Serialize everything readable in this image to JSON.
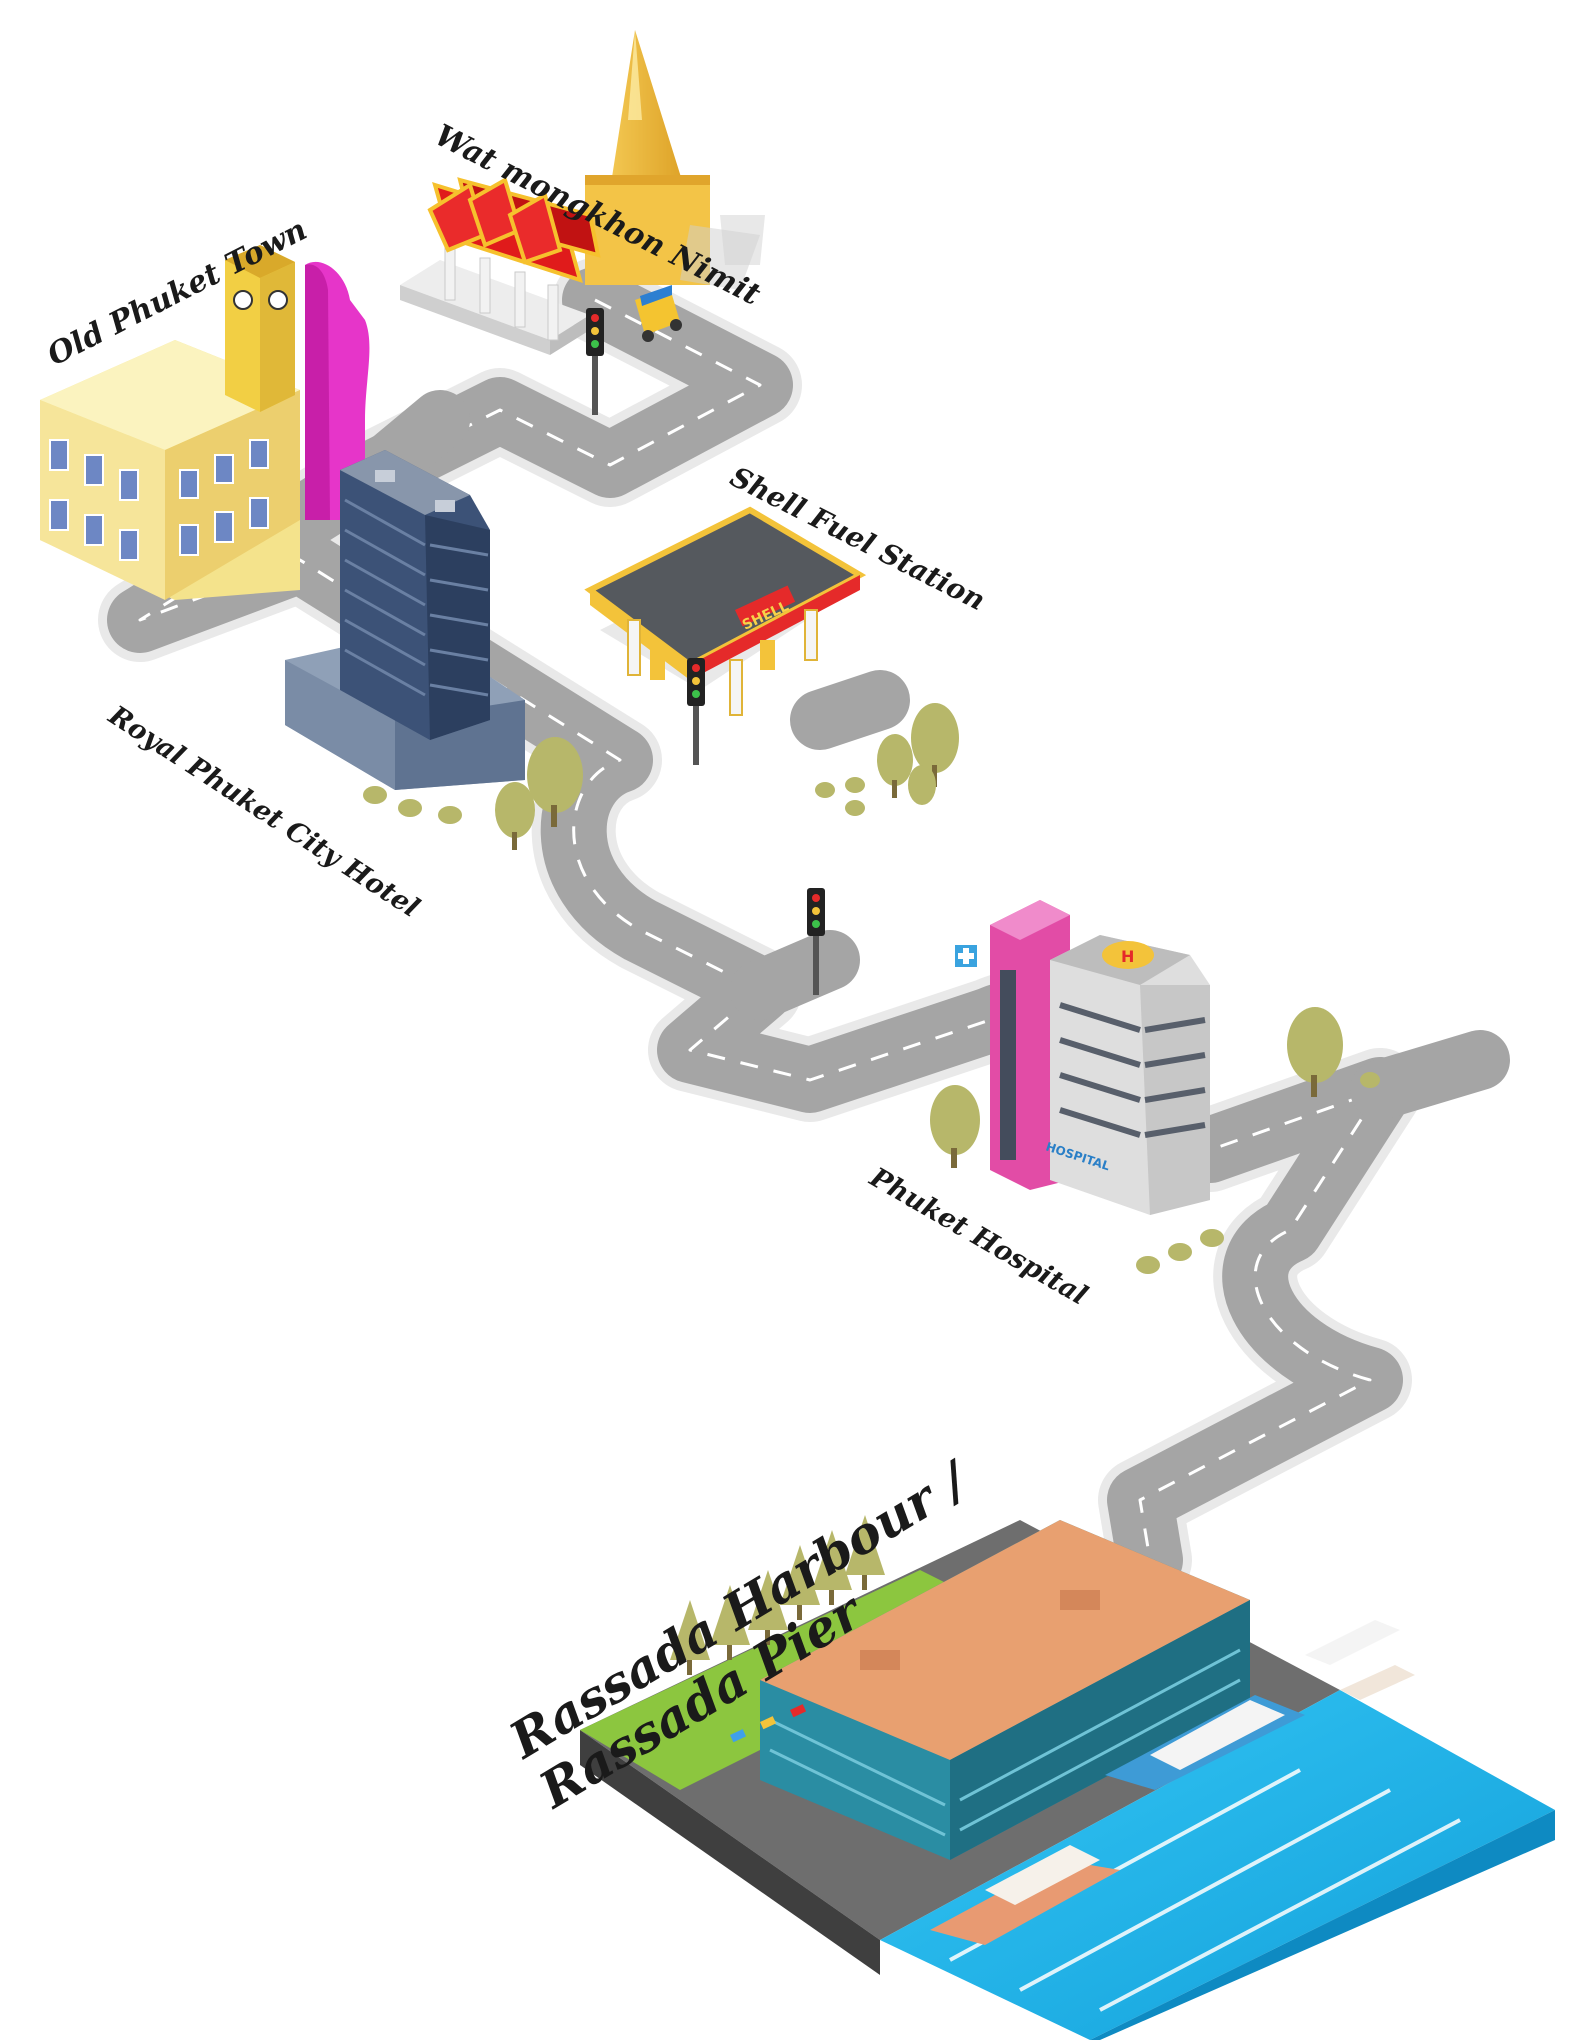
{
  "landmarks": {
    "old_phuket_town": "Old Phuket Town",
    "wat_mongkhon_nimit": "Wat mongkhon Nimit",
    "shell_fuel_station": "Shell Fuel Station",
    "royal_phuket_city_hotel": "Royal Phuket City Hotel",
    "phuket_hospital": "Phuket Hospital",
    "rassada_line1": "Rassada Harbour /",
    "rassada_line2": "Rassada Pier"
  },
  "signage": {
    "shell_sign": "SHELL",
    "hospital_sign": "HOSPITAL",
    "helipad_mark": "H"
  },
  "colors": {
    "road": "#a5a5a5",
    "road_edge": "#e9e9e9",
    "lane_mark": "#ffffff",
    "temple_roof": "#e01b1b",
    "pagoda_gold": "#f2b632",
    "colonial": "#f4e38c",
    "pink_landmark": "#e635c9",
    "hotel_tower": "#3c5277",
    "hospital_pink": "#e24ca6",
    "shell_red": "#e52a2a",
    "tree": "#b7b76a",
    "water": "#1fb8ec",
    "grass": "#8cc63f",
    "pier_roof": "#e8a070",
    "pier_glass": "#2a8da3"
  },
  "icon_names": [
    "traffic-light-icon",
    "tuk-tuk-icon",
    "tree-icon",
    "boat-icon",
    "helipad-icon"
  ]
}
